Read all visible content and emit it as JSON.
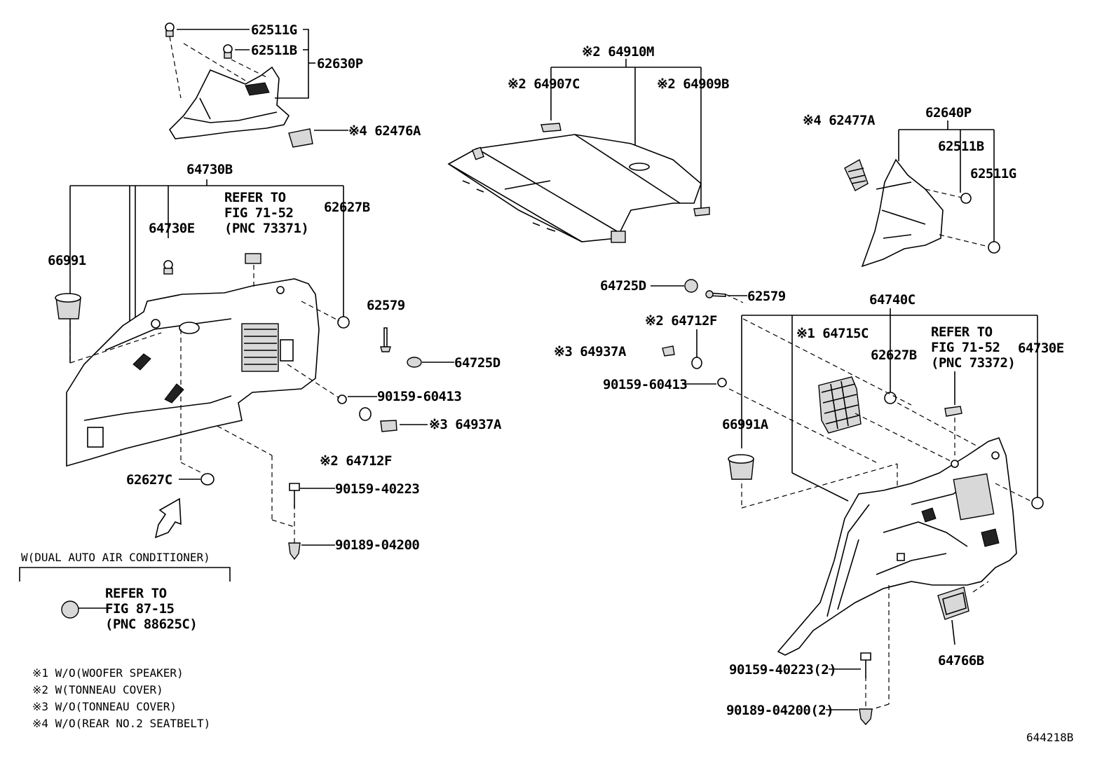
{
  "labels": {
    "p62511G_a": "62511G",
    "p62511B_a": "62511B",
    "p62630P": "62630P",
    "p62476A": "※4 62476A",
    "p64730B": "64730B",
    "p64730E_a": "64730E",
    "refer_a1": "REFER TO",
    "refer_a2": "FIG 71-52",
    "refer_a3": "(PNC 73371)",
    "p62627B_a": "62627B",
    "p66991": "66991",
    "p62579_a": "62579",
    "p64725D_a": "64725D",
    "p90159_60413_a": "90159-60413",
    "p64937A_a": "※3 64937A",
    "p64712F_a": "※2 64712F",
    "p62627C": "62627C",
    "p90159_40223_a": "90159-40223",
    "p90189_04200_a": "90189-04200",
    "w_dual": "W(DUAL AUTO AIR CONDITIONER)",
    "refer_c1": "REFER TO",
    "refer_c2": "FIG 87-15",
    "refer_c3": "(PNC 88625C)",
    "note1": "※1 W/O(WOOFER SPEAKER)",
    "note2": "※2 W(TONNEAU COVER)",
    "note3": "※3 W/O(TONNEAU COVER)",
    "note4": "※4 W/O(REAR NO.2 SEATBELT)",
    "p64910M": "※2 64910M",
    "p64907C": "※2 64907C",
    "p64909B": "※2 64909B",
    "p62477A": "※4 62477A",
    "p62640P": "62640P",
    "p62511B_b": "62511B",
    "p62511G_b": "62511G",
    "p64725D_b": "64725D",
    "p62579_b": "62579",
    "p64712F_b": "※2 64712F",
    "p64937A_b": "※3 64937A",
    "p90159_60413_b": "90159-60413",
    "p64740C": "64740C",
    "p64715C": "※1 64715C",
    "refer_b1": "REFER TO",
    "refer_b2": "FIG 71-52",
    "refer_b3": "(PNC 73372)",
    "p62627B_b": "62627B",
    "p64730E_b": "64730E",
    "p66991A": "66991A",
    "p64766B": "64766B",
    "p90159_40223_b": "90159-40223(2)",
    "p90189_04200_b": "90189-04200(2)",
    "fig_id": "644218B"
  }
}
